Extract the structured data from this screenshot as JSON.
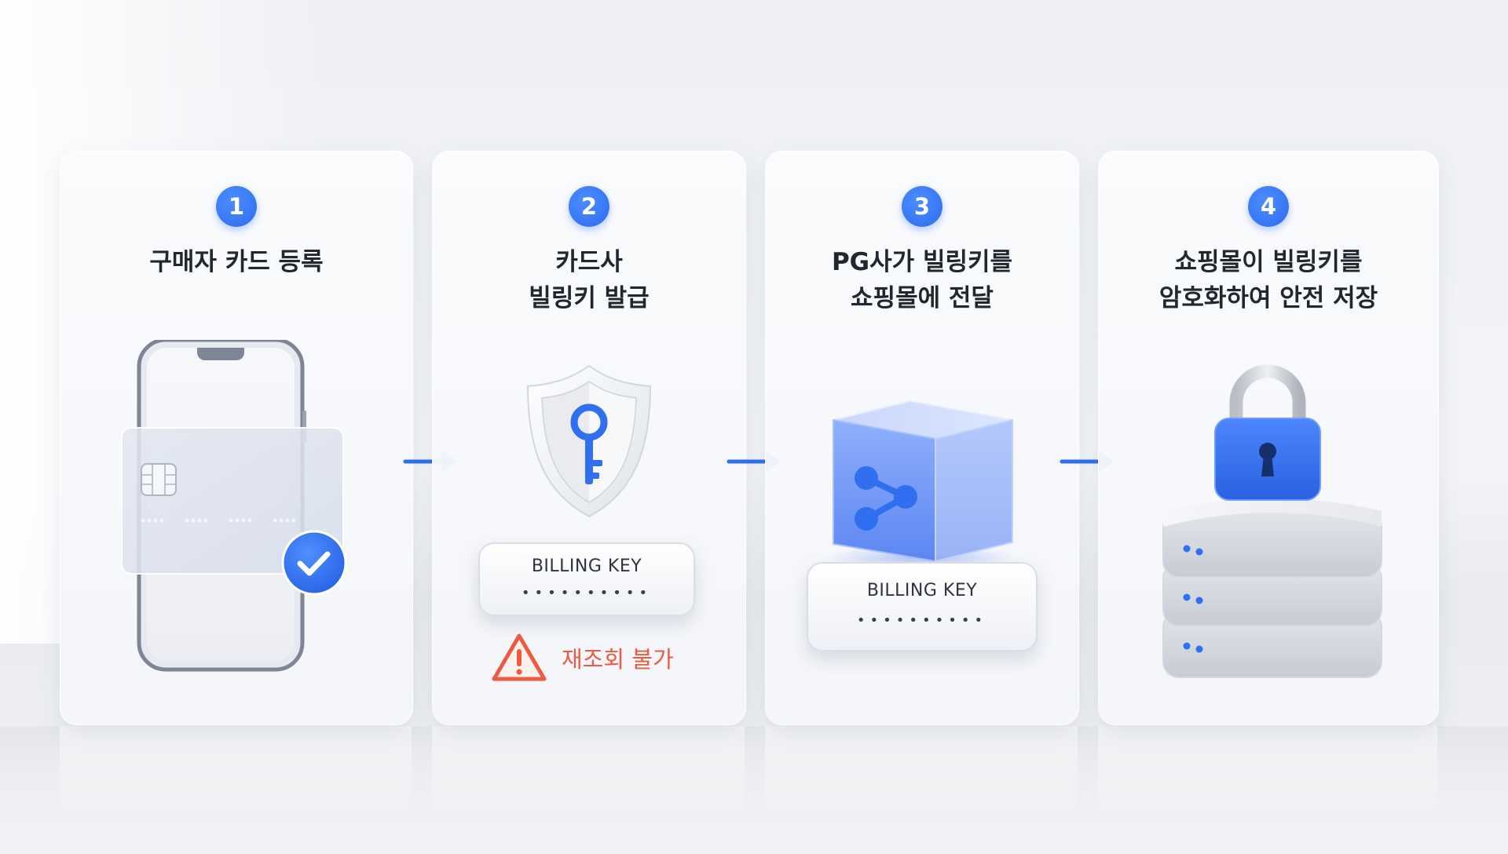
{
  "steps": [
    {
      "number": "1",
      "title_line1": "구매자 카드 등록",
      "title_line2": ""
    },
    {
      "number": "2",
      "title_line1": "카드사",
      "title_line2": "빌링키 발급",
      "key_label": "BILLING KEY",
      "key_mask": "••••••••••",
      "warning": "재조회 불가"
    },
    {
      "number": "3",
      "title_line1": "PG사가 빌링키를",
      "title_line2": "쇼핑몰에 전달",
      "key_label": "BILLING KEY",
      "key_mask": "••••••••••"
    },
    {
      "number": "4",
      "title_line1": "쇼핑몰이 빌링키를",
      "title_line2": "암호화하여 안전 저장"
    }
  ],
  "colors": {
    "accent": "#2f6ff0",
    "warning": "#ec5a43",
    "text": "#23262f"
  },
  "icons": [
    "smartphone-icon",
    "credit-card-icon",
    "check-circle-icon",
    "shield-key-icon",
    "warning-triangle-icon",
    "share-cube-icon",
    "padlock-icon",
    "server-stack-icon",
    "arrow-right-icon"
  ]
}
